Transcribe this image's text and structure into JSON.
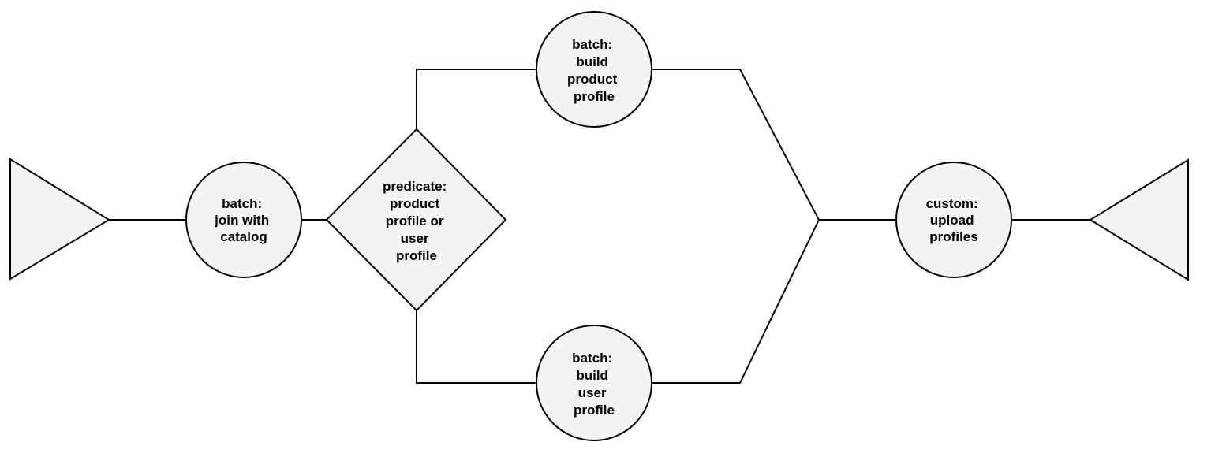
{
  "colors": {
    "node_fill": "#f3f3f3",
    "stroke": "#000000",
    "background": "#ffffff"
  },
  "nodes": {
    "source": {
      "shape": "triangle-right"
    },
    "join": {
      "shape": "circle",
      "lines": [
        "batch:",
        "join with",
        "catalog"
      ]
    },
    "predicate": {
      "shape": "diamond",
      "lines": [
        "predicate:",
        "product",
        "profile or",
        "user",
        "profile"
      ]
    },
    "product": {
      "shape": "circle",
      "lines": [
        "batch:",
        "build",
        "product",
        "profile"
      ]
    },
    "user": {
      "shape": "circle",
      "lines": [
        "batch:",
        "build",
        "user",
        "profile"
      ]
    },
    "upload": {
      "shape": "circle",
      "lines": [
        "custom:",
        "upload",
        "profiles"
      ]
    },
    "sink": {
      "shape": "triangle-left"
    }
  },
  "edges": [
    {
      "from": "source",
      "to": "join"
    },
    {
      "from": "join",
      "to": "predicate"
    },
    {
      "from": "predicate",
      "to": "product"
    },
    {
      "from": "predicate",
      "to": "user"
    },
    {
      "from": "product",
      "to": "upload"
    },
    {
      "from": "user",
      "to": "upload"
    },
    {
      "from": "upload",
      "to": "sink"
    }
  ]
}
